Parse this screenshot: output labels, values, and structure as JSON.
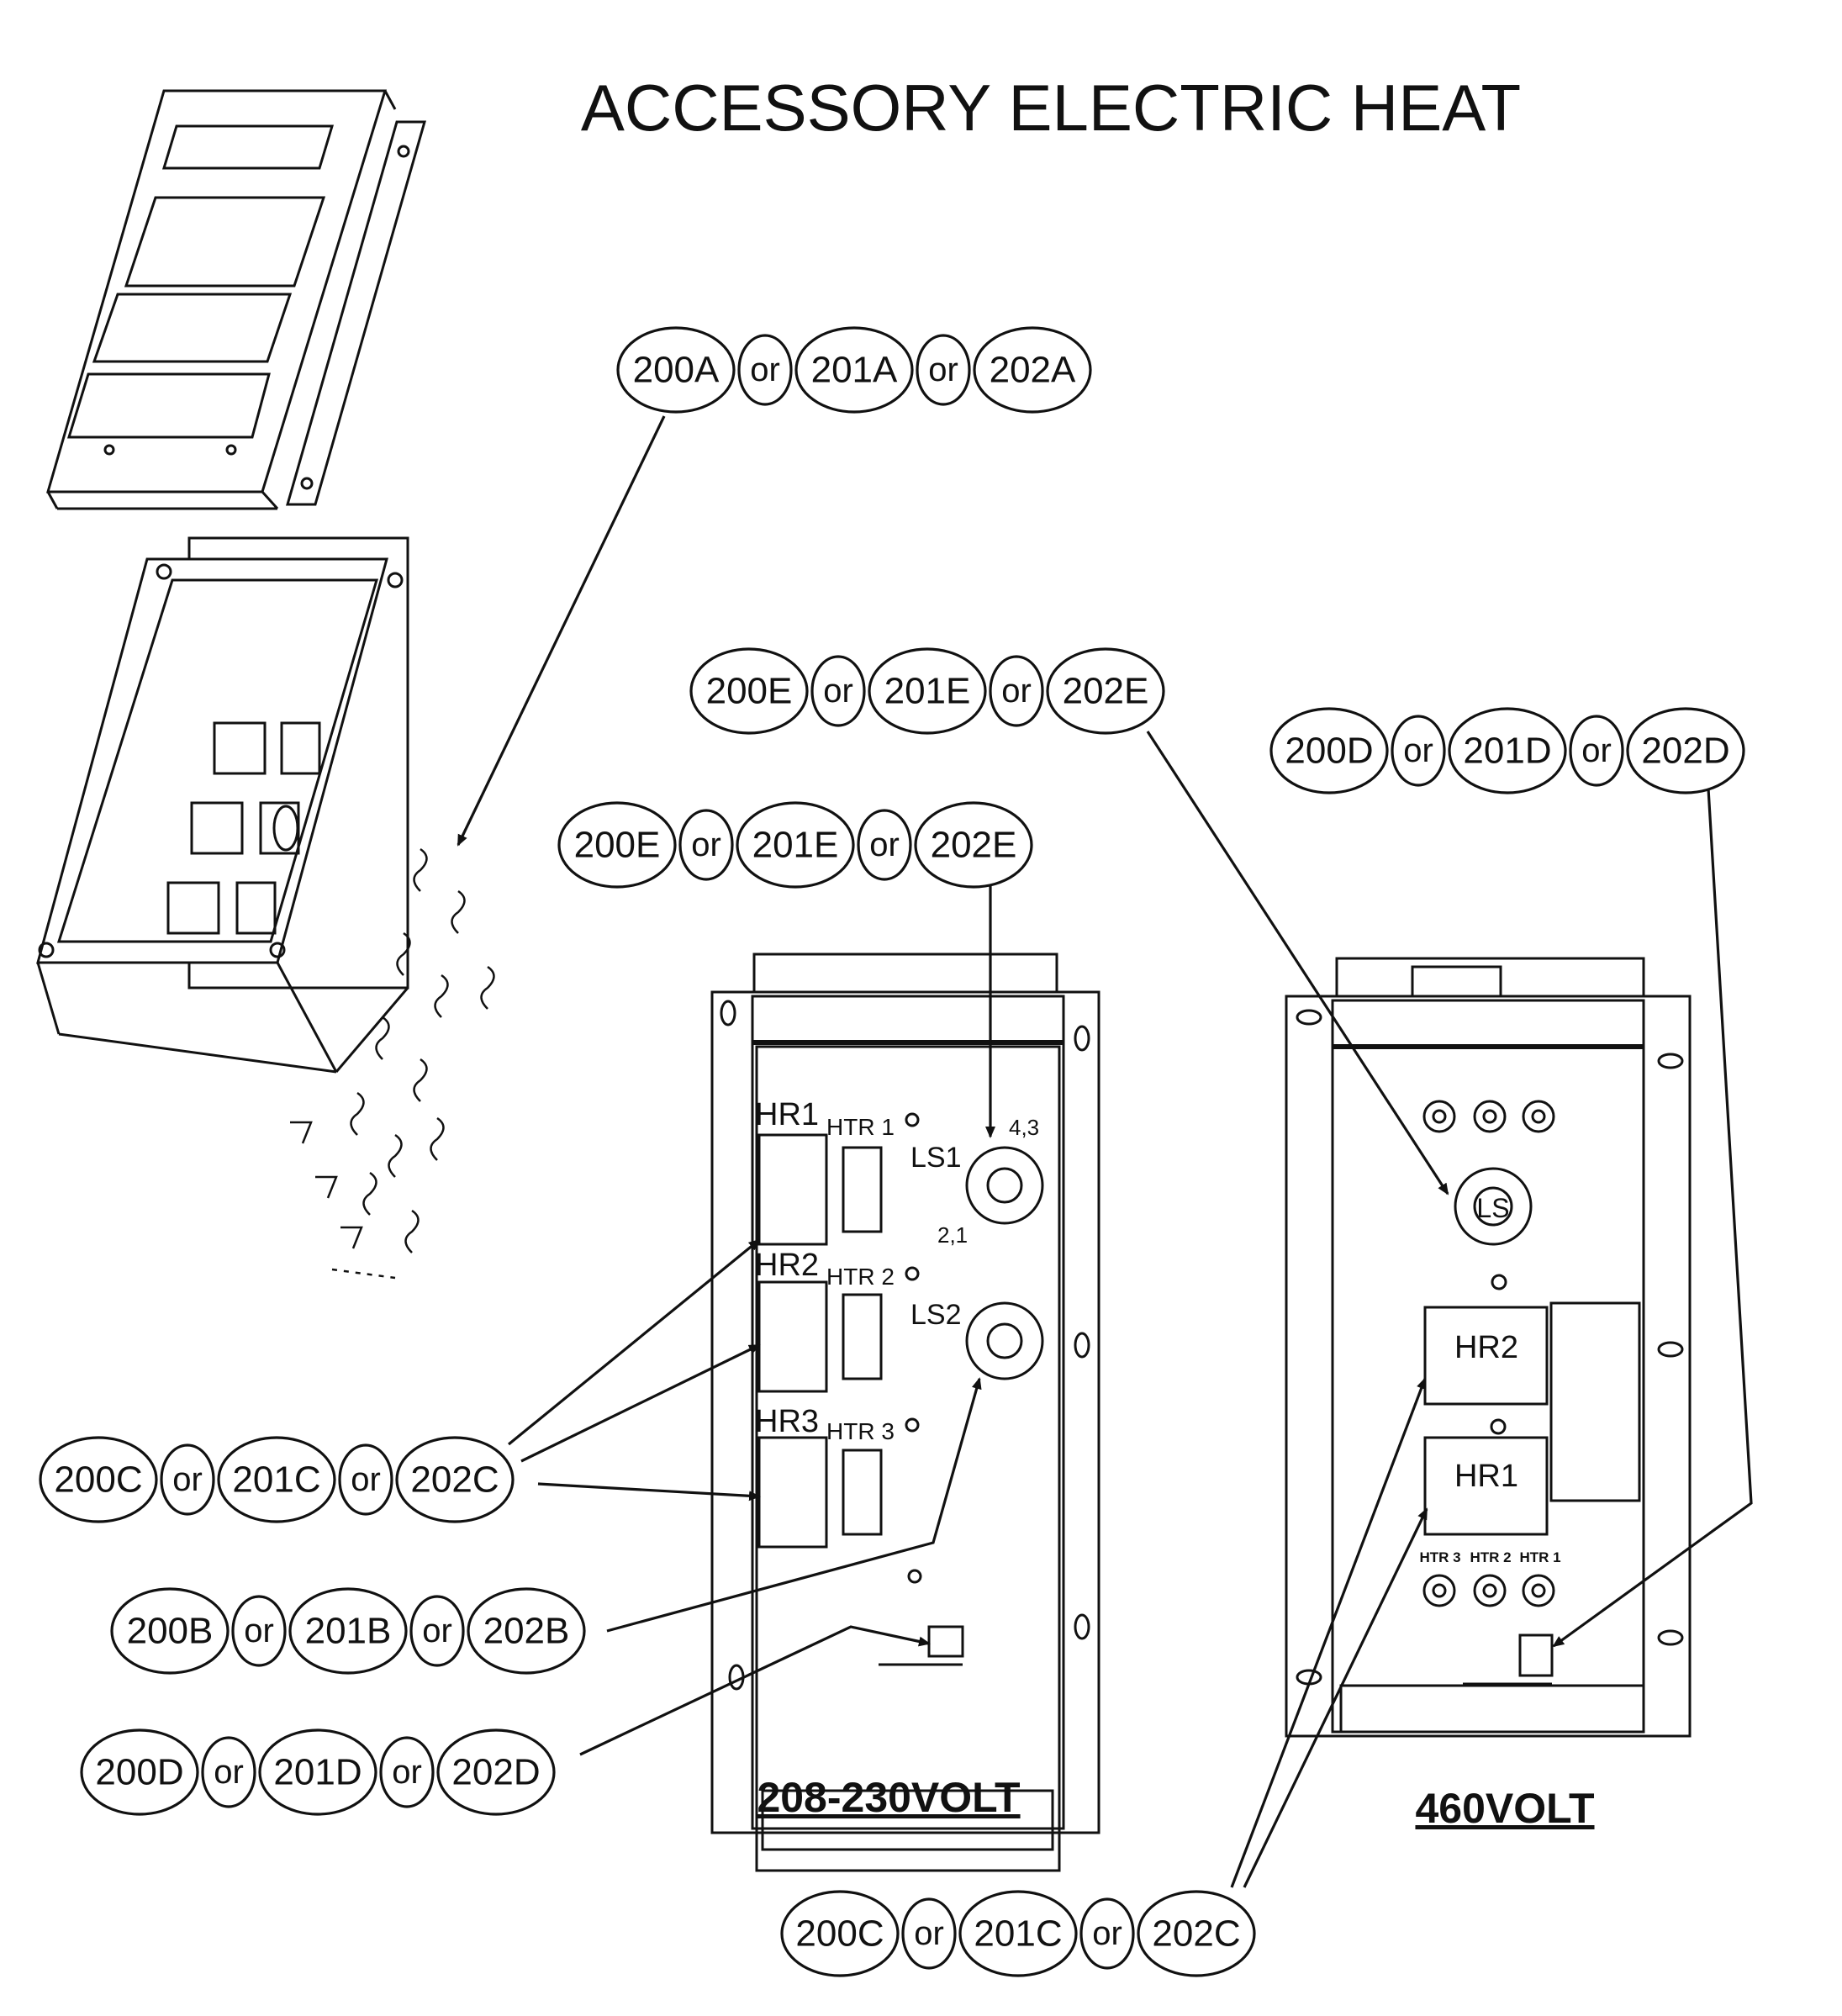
{
  "title": "ACCESSORY ELECTRIC HEAT",
  "panel_labels": {
    "low_voltage": "208-230VOLT",
    "high_voltage": "460VOLT"
  },
  "callouts": {
    "a": [
      "200A",
      "or",
      "201A",
      "or",
      "202A"
    ],
    "e_top": [
      "200E",
      "or",
      "201E",
      "or",
      "202E"
    ],
    "d_right": [
      "200D",
      "or",
      "201D",
      "or",
      "202D"
    ],
    "e_mid": [
      "200E",
      "or",
      "201E",
      "or",
      "202E"
    ],
    "c_left": [
      "200C",
      "or",
      "201C",
      "or",
      "202C"
    ],
    "b": [
      "200B",
      "or",
      "201B",
      "or",
      "202B"
    ],
    "d_bottom": [
      "200D",
      "or",
      "201D",
      "or",
      "202D"
    ],
    "c_bottom": [
      "200C",
      "or",
      "201C",
      "or",
      "202C"
    ]
  },
  "low_voltage_panel": {
    "relays": [
      "HR1",
      "HR2",
      "HR3"
    ],
    "heaters": [
      "HTR 1",
      "HTR 2",
      "HTR 3"
    ],
    "limit_switches": [
      "LS1",
      "LS2"
    ],
    "terminals": [
      "4,3",
      "2,1"
    ]
  },
  "high_voltage_panel": {
    "limit_switch": "LS",
    "relays": [
      "HR2",
      "HR1"
    ],
    "heaters": [
      "HTR 3",
      "HTR 2",
      "HTR 1"
    ]
  }
}
